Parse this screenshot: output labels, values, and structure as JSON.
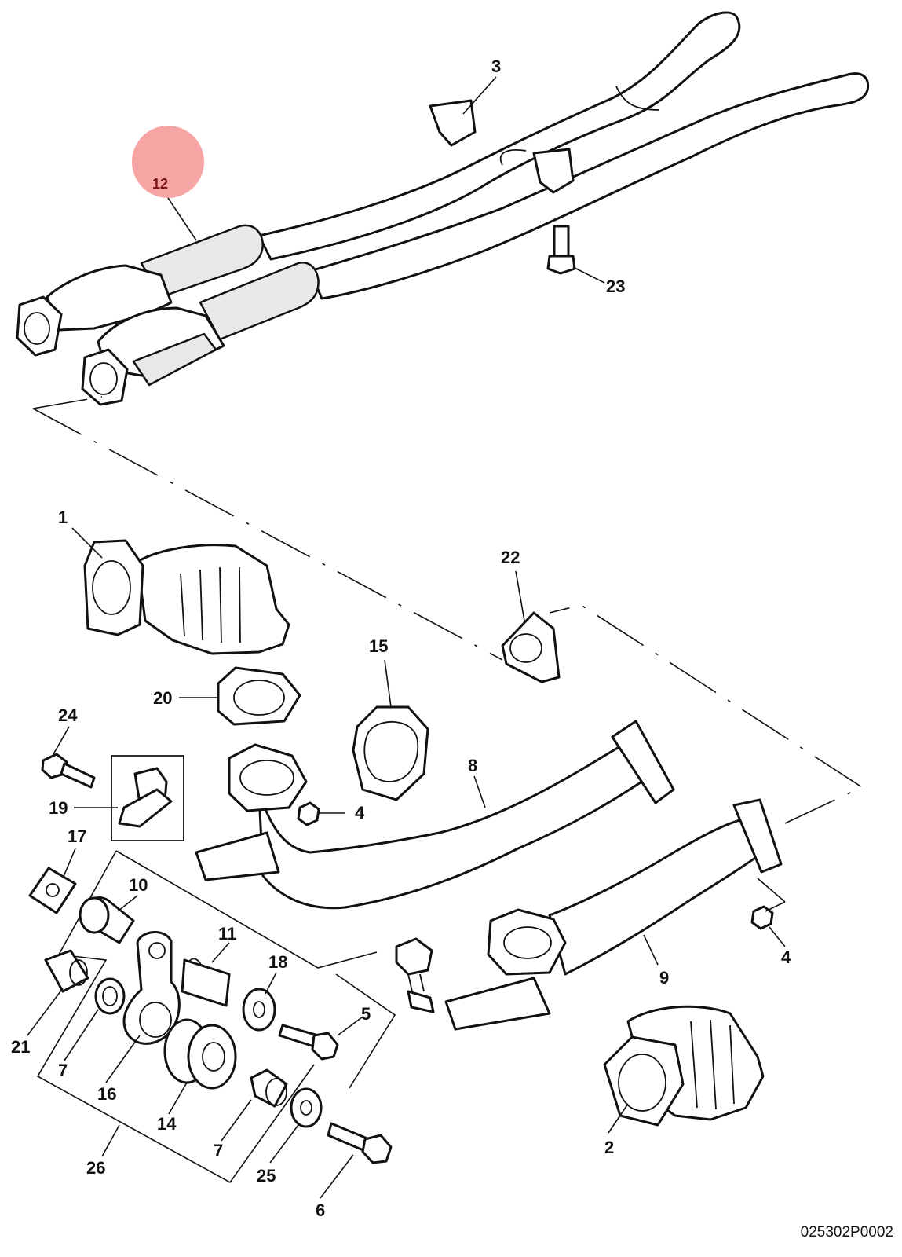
{
  "figure_ref": "025302P0002",
  "highlight_color": "#f7a4a4",
  "callouts": {
    "c1": "1",
    "c2": "2",
    "c3": "3",
    "c4a": "4",
    "c4b": "4",
    "c5": "5",
    "c6": "6",
    "c7a": "7",
    "c7b": "7",
    "c8": "8",
    "c9": "9",
    "c10": "10",
    "c11": "11",
    "c12": "12",
    "c14": "14",
    "c15": "15",
    "c16": "16",
    "c17": "17",
    "c18": "18",
    "c19": "19",
    "c20": "20",
    "c21": "21",
    "c22": "22",
    "c23": "23",
    "c24": "24",
    "c25": "25",
    "c26": "26"
  }
}
